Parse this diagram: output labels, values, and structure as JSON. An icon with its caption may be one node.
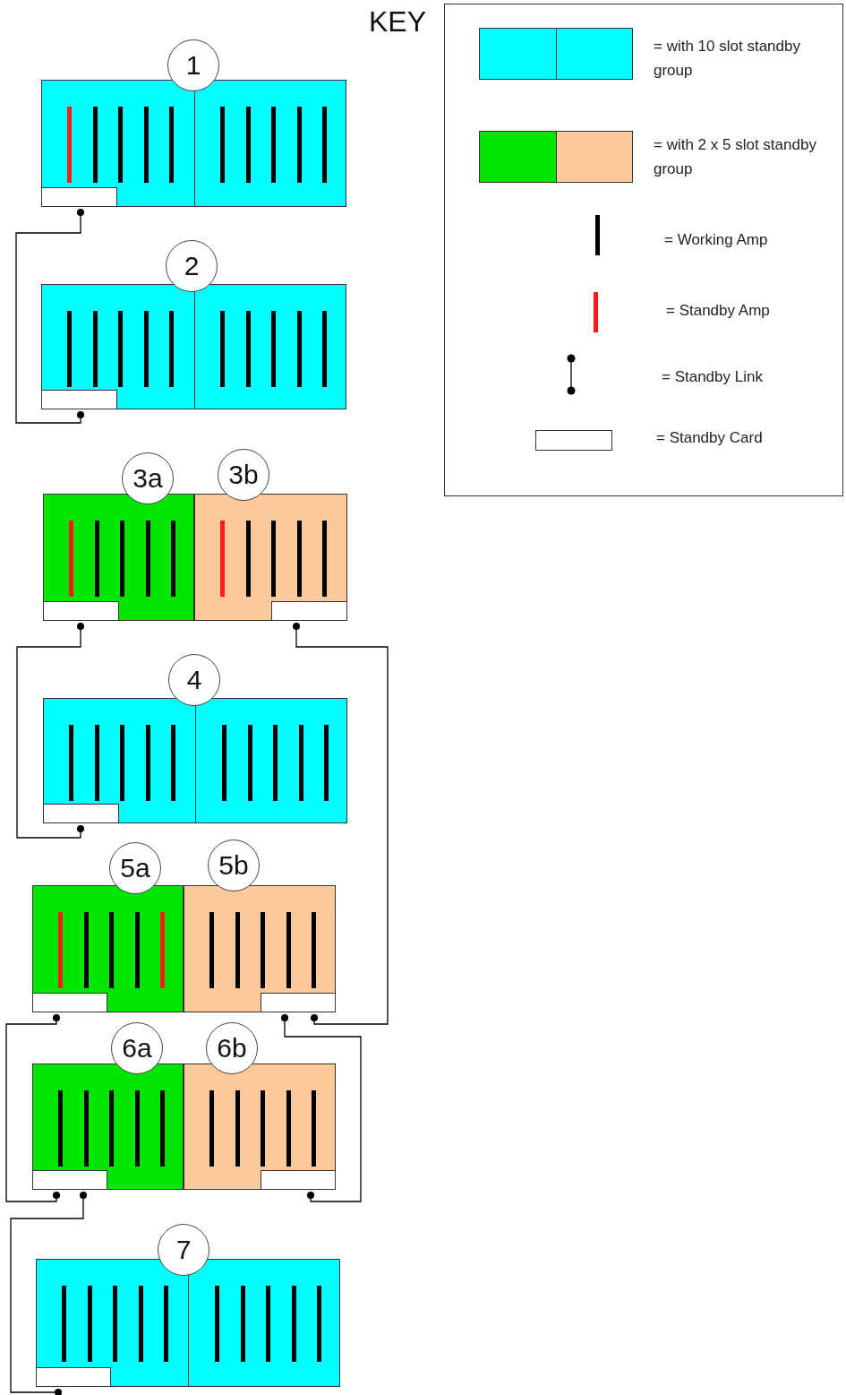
{
  "diagram": {
    "nodes": [
      {
        "text": [
          "1"
        ]
      },
      {
        "text": [],
        "shape": "box",
        "in": 0
      },
      {
        "text": [
          "2"
        ]
      },
      {
        "text": [],
        "shape": "box",
        "in": 2
      },
      {
        "text": [],
        "shape": "box"
      },
      {
        "text": [
          "3a"
        ],
        "in": 4
      },
      {
        "text": [],
        "shape": "box",
        "in": 5
      },
      {
        "text": [
          "3b"
        ],
        "in": 4
      },
      {
        "text": [],
        "shape": "box",
        "in": 7
      },
      {
        "text": [
          "4"
        ]
      },
      {
        "text": [],
        "shape": "box",
        "in": 9
      },
      {
        "text": [],
        "shape": "box"
      },
      {
        "text": [
          "5a"
        ],
        "in": 11
      },
      {
        "text": [],
        "shape": "box",
        "in": 12
      },
      {
        "text": [
          "5b"
        ],
        "in": 11
      },
      {
        "text": [],
        "shape": "box",
        "in": 14
      },
      {
        "text": [],
        "shape": "box"
      },
      {
        "text": [
          "6a"
        ],
        "in": 16
      },
      {
        "text": [],
        "shape": "box",
        "in": 17
      },
      {
        "text": [
          "6b"
        ],
        "in": 16
      },
      {
        "text": [],
        "shape": "box",
        "in": 19
      },
      {
        "text": [
          "7"
        ]
      },
      {
        "text": [],
        "shape": "box",
        "in": 21
      }
    ],
    "edges": [
      {
        "from": 1,
        "to": 3,
        "arrow": "other"
      },
      {
        "from": 6,
        "to": 10,
        "arrow": "other"
      },
      {
        "from": 8,
        "to": 15,
        "arrow": "other"
      },
      {
        "from": 13,
        "to": 18,
        "arrow": "other"
      },
      {
        "from": 15,
        "to": 20,
        "arrow": "other"
      },
      {
        "from": 18,
        "to": 22,
        "arrow": "other"
      }
    ],
    "labels": [
      "KEY"
    ],
    "legend": [
      {
        "text": "= with 10 slot standby group",
        "color": "#00ffff"
      },
      {
        "text": "= with 2 x 5 slot standby group"
      },
      {
        "text": "= Working Amp"
      },
      {
        "text": "= Standby Amp"
      },
      {
        "text": "= Standby Link"
      },
      {
        "text": "= Standby Card"
      }
    ]
  }
}
